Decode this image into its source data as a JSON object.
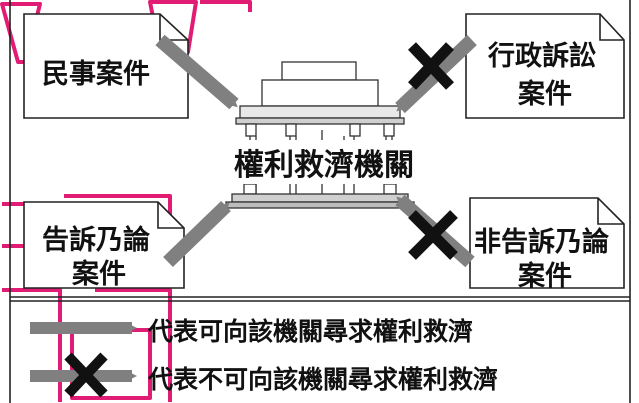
{
  "cases": {
    "civil": "民事案件",
    "admin_line1": "行政訴訟",
    "admin_line2": "案件",
    "complaint_line1": "告訴乃論",
    "complaint_line2": "案件",
    "noncomplaint_line1": "非告訴乃論",
    "noncomplaint_line2": "案件"
  },
  "institution": "權利救濟機關",
  "legend": {
    "can": "代表可向該機關尋求權利救濟",
    "cannot": "代表不可向該機關尋求權利救濟"
  },
  "colors": {
    "arrow": "#808080",
    "cross": "#111111",
    "watermark": "#e0106e",
    "border": "#222222"
  }
}
